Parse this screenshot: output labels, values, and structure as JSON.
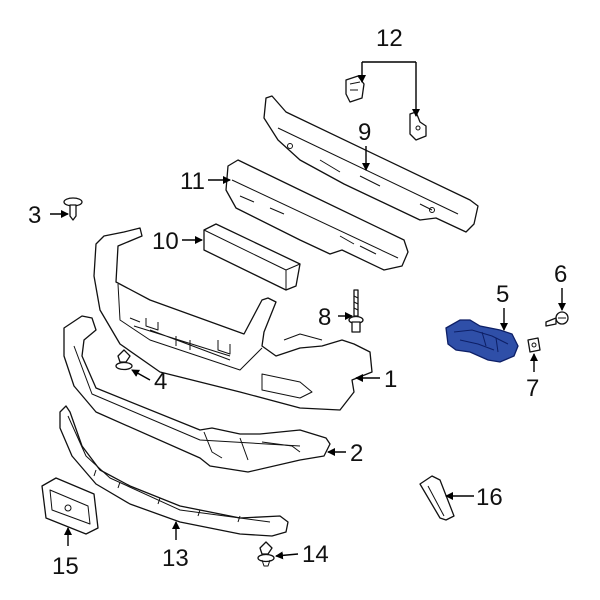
{
  "diagram": {
    "highlight_color": "#2f4fa8",
    "callouts": [
      {
        "id": "1",
        "label": "1"
      },
      {
        "id": "2",
        "label": "2"
      },
      {
        "id": "3",
        "label": "3"
      },
      {
        "id": "4",
        "label": "4"
      },
      {
        "id": "5",
        "label": "5"
      },
      {
        "id": "6",
        "label": "6"
      },
      {
        "id": "7",
        "label": "7"
      },
      {
        "id": "8",
        "label": "8"
      },
      {
        "id": "9",
        "label": "9"
      },
      {
        "id": "10",
        "label": "10"
      },
      {
        "id": "11",
        "label": "11"
      },
      {
        "id": "12",
        "label": "12"
      },
      {
        "id": "13",
        "label": "13"
      },
      {
        "id": "14",
        "label": "14"
      },
      {
        "id": "15",
        "label": "15"
      },
      {
        "id": "16",
        "label": "16"
      }
    ]
  }
}
